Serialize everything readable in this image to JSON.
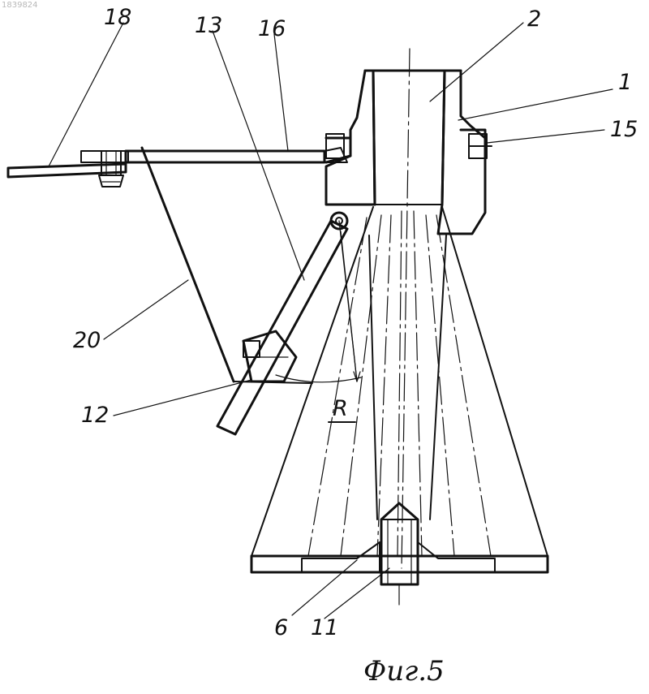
{
  "figure": {
    "doc_id": "1839824",
    "caption": "Фиг.5",
    "labels": {
      "l18": "18",
      "l13": "13",
      "l16": "16",
      "l2": "2",
      "l1": "1",
      "l15": "15",
      "l20": "20",
      "l12": "12",
      "lR": "R",
      "l6": "6",
      "l11": "11"
    }
  }
}
